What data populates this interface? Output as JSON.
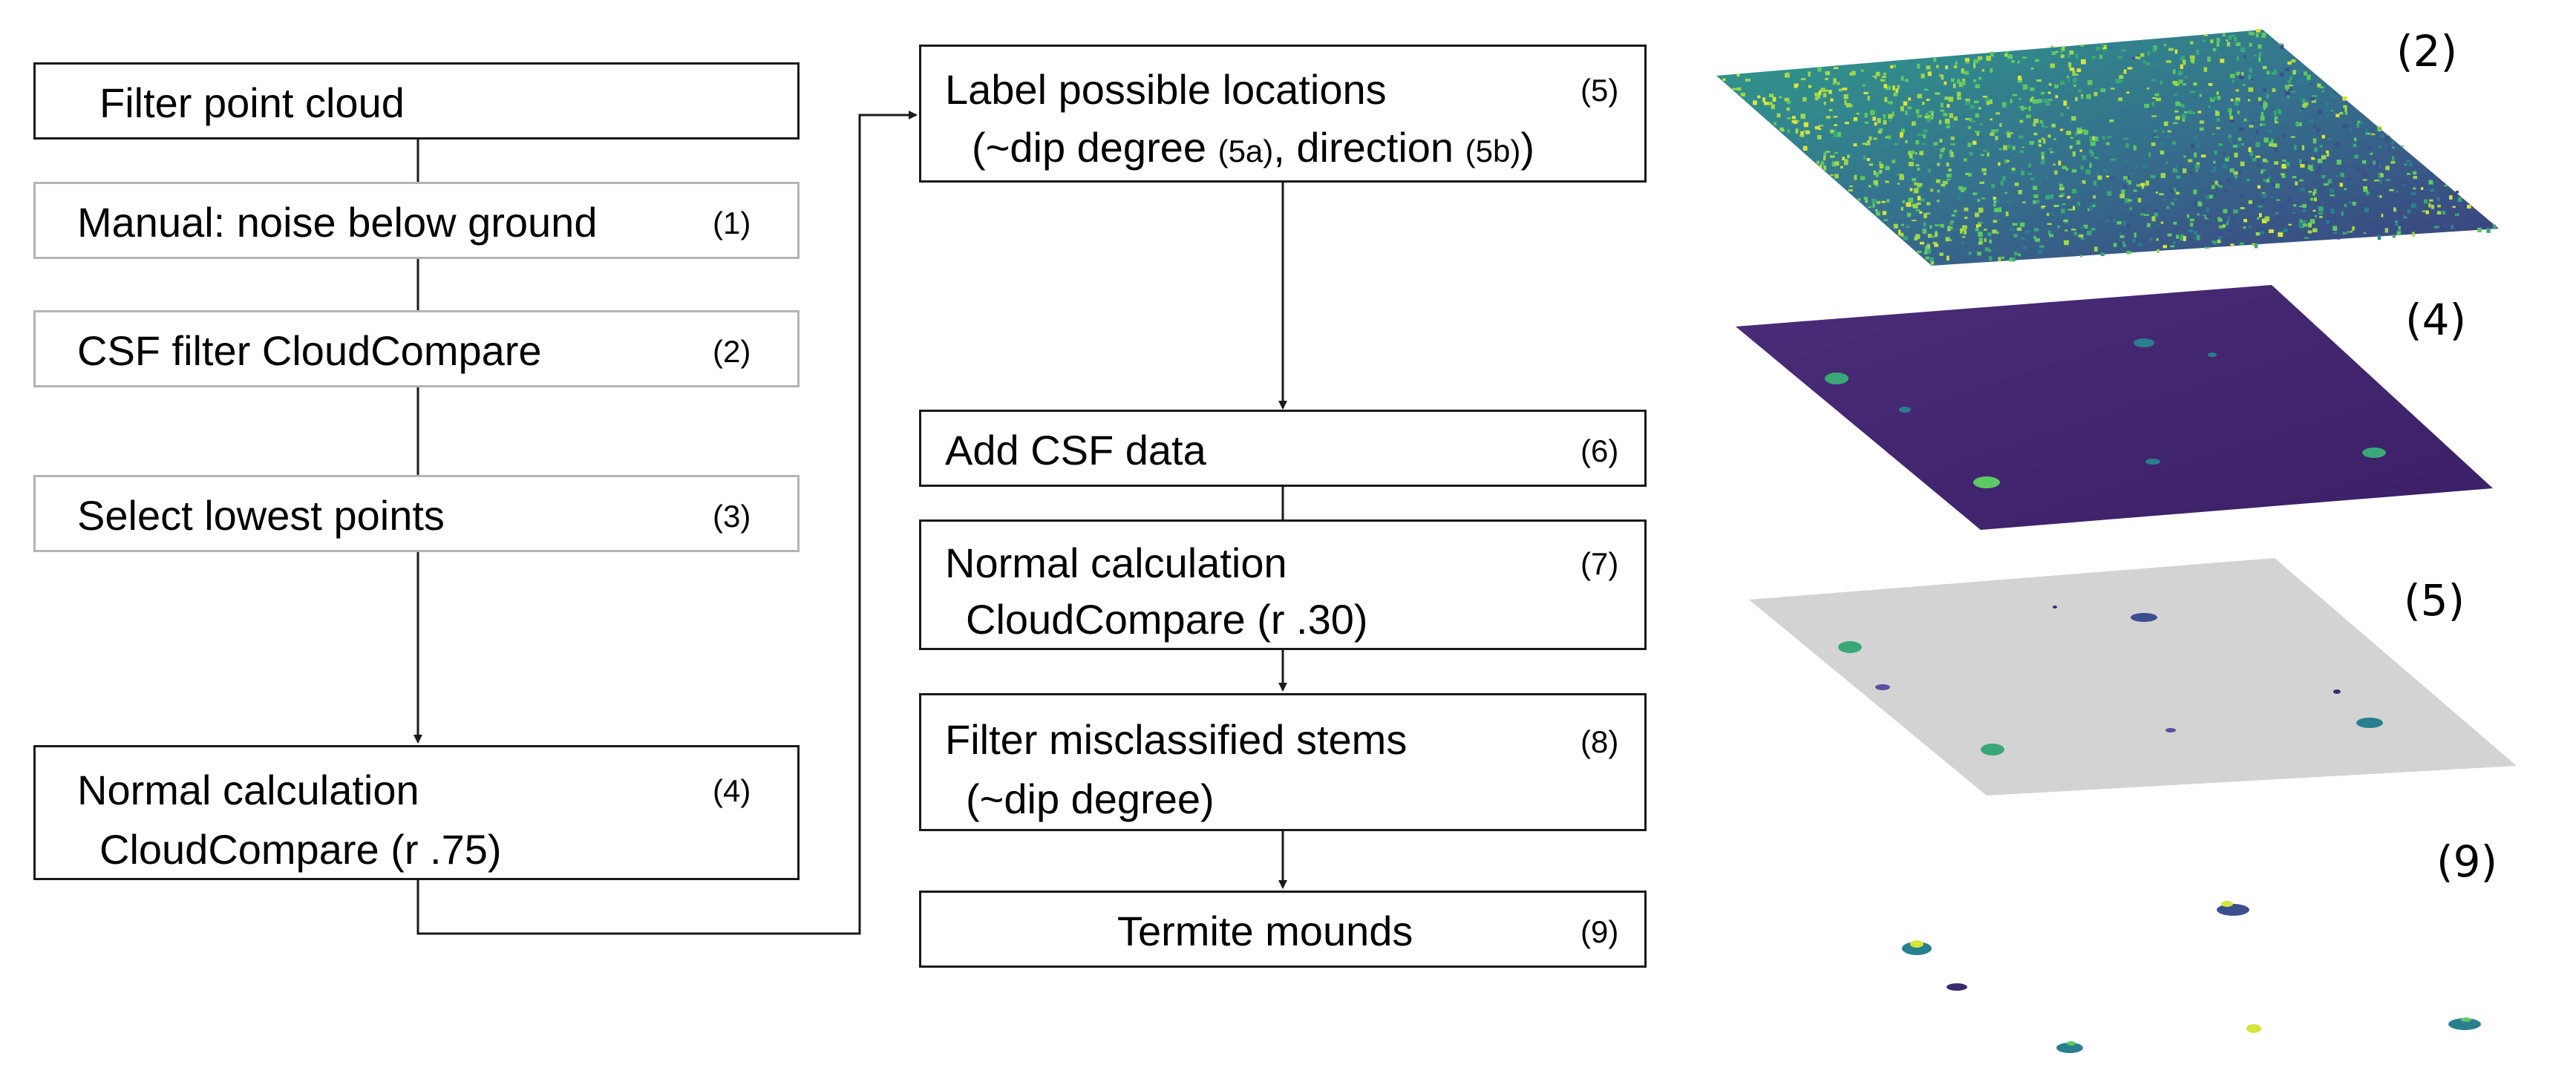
{
  "left_column": {
    "filter": {
      "label": "Filter point cloud"
    },
    "manual": {
      "label": "Manual: noise below ground",
      "num": "(1)"
    },
    "csf": {
      "label": "CSF filter CloudCompare",
      "num": "(2)"
    },
    "lowest": {
      "label": "Select lowest points",
      "num": "(3)"
    },
    "normal": {
      "line1": "Normal calculation",
      "line2": "CloudCompare (r .75)",
      "num": "(4)"
    }
  },
  "middle_column": {
    "label_loc": {
      "line1": "Label possible locations",
      "line2_a": "(~dip degree ",
      "line2_b": "(5a)",
      "line2_c": ", direction ",
      "line2_d": "(5b)",
      "line2_e": ")",
      "num": "(5)"
    },
    "add_csf": {
      "label": "Add CSF data",
      "num": "(6)"
    },
    "normal": {
      "line1": "Normal calculation",
      "line2": "CloudCompare (r .30)",
      "num": "(7)"
    },
    "filter_stems": {
      "line1": "Filter misclassified stems",
      "line2": "(~dip degree)",
      "num": "(8)"
    },
    "termite": {
      "label": "Termite mounds",
      "num": "(9)"
    }
  },
  "panels": {
    "p2": {
      "label": "(2)",
      "fill": "#3f6f8f"
    },
    "p4": {
      "label": "(4)",
      "fill": "#452a73"
    },
    "p5": {
      "label": "(5)",
      "fill": "#d3d3d3"
    },
    "p9": {
      "label": "(9)"
    }
  },
  "colors": {
    "box_border": "#1a1a1a",
    "box_border_light": "#b4b4b4",
    "viridis_yellow": "#d7e53a",
    "viridis_green": "#3aa876",
    "viridis_teal": "#2a7f8e",
    "viridis_purple": "#3b2a6e"
  }
}
